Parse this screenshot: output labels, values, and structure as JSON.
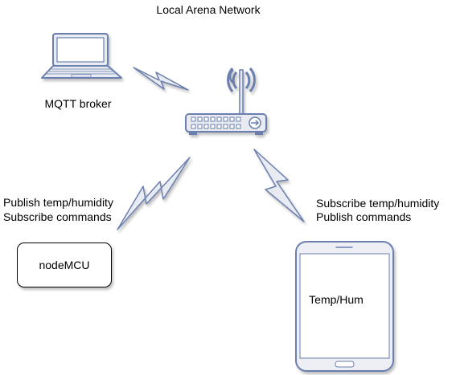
{
  "network": {
    "title": "Local Arena Network"
  },
  "broker": {
    "label": "MQTT broker",
    "icon": "laptop-icon"
  },
  "router": {
    "icon": "wireless-router-icon"
  },
  "device": {
    "label": "nodeMCU",
    "flows": [
      "Publish temp/humidity",
      "Subscribe commands"
    ]
  },
  "phone": {
    "label": "Temp/Hum",
    "icon": "smartphone-icon",
    "flows": [
      "Subscribe temp/humidity",
      "Publish commands"
    ]
  },
  "colors": {
    "icon_stroke": "#6b7fae",
    "icon_fill": "#e9ebf2",
    "phone_fill": "#edeff5"
  }
}
